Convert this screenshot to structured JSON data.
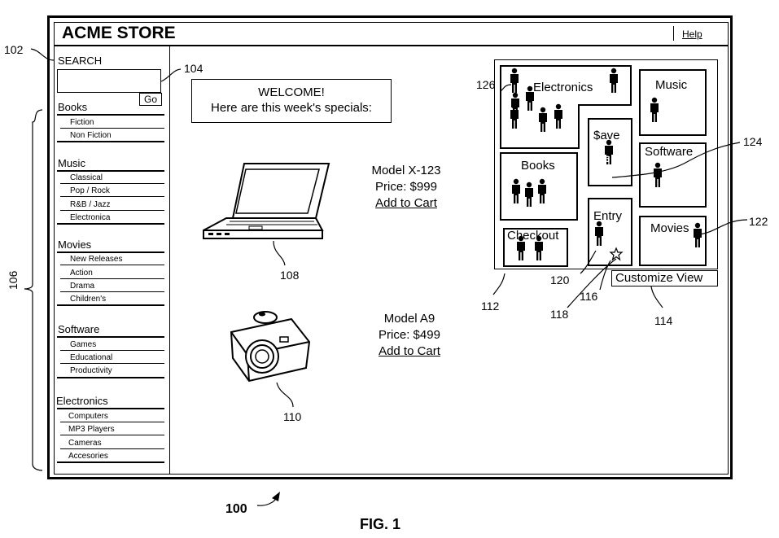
{
  "header": {
    "title": "ACME STORE",
    "help": "Help"
  },
  "search": {
    "label": "SEARCH",
    "go": "Go"
  },
  "sidebar": {
    "categories": [
      {
        "title": "Books",
        "items": [
          "Fiction",
          "Non Fiction"
        ]
      },
      {
        "title": "Music",
        "items": [
          "Classical",
          "Pop / Rock",
          "R&B / Jazz",
          "Electronica"
        ]
      },
      {
        "title": "Movies",
        "items": [
          "New Releases",
          "Action",
          "Drama",
          "Children's"
        ]
      },
      {
        "title": "Software",
        "items": [
          "Games",
          "Educational",
          "Productivity"
        ]
      },
      {
        "title": "Electronics",
        "items": [
          "Computers",
          "MP3 Players",
          "Cameras",
          "Accesories"
        ]
      }
    ]
  },
  "welcome": {
    "line1": "WELCOME!",
    "line2": "Here are this week's specials:"
  },
  "products": [
    {
      "model": "Model X-123",
      "price": "Price: $999",
      "cta": "Add to Cart"
    },
    {
      "model": "Model A9",
      "price": "Price: $499",
      "cta": "Add to Cart"
    }
  ],
  "map": {
    "zones": {
      "electronics": "Electronics",
      "music": "Music",
      "save": "$ave",
      "save_badge": "6",
      "software": "Software",
      "books": "Books",
      "entry": "Entry",
      "movies": "Movies",
      "checkout": "Checkout"
    },
    "customize": "Customize View"
  },
  "refs": {
    "r100": "100",
    "r102": "102",
    "r104": "104",
    "r106": "106",
    "r108": "108",
    "r110": "110",
    "r112": "112",
    "r114": "114",
    "r116": "116",
    "r118": "118",
    "r120": "120",
    "r122": "122",
    "r124": "124",
    "r126": "126"
  },
  "caption": "FIG. 1"
}
